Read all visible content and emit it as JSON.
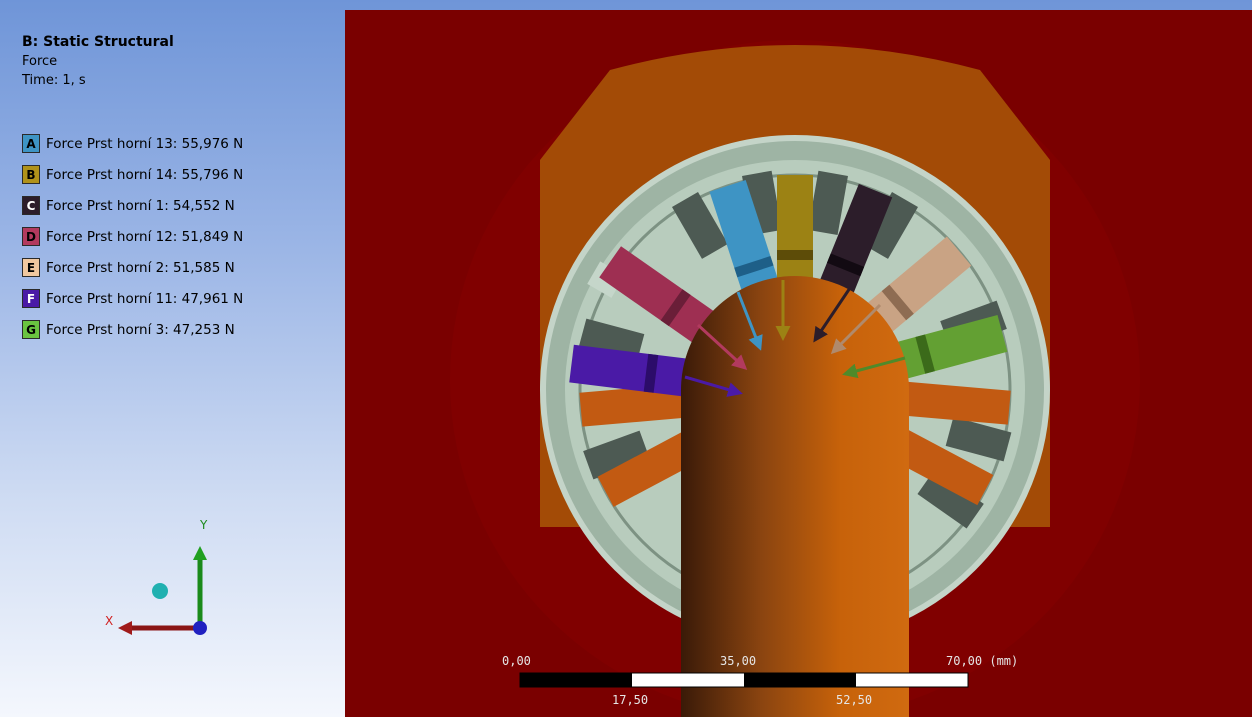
{
  "info": {
    "title": "B: Static Structural",
    "result": "Force",
    "time": "Time: 1, s"
  },
  "legend": [
    {
      "letter": "A",
      "label": "Force Prst horní 13: 55,976 N",
      "color": "#3e94c4"
    },
    {
      "letter": "B",
      "label": "Force Prst horní 14: 55,796 N",
      "color": "#b0921a"
    },
    {
      "letter": "C",
      "label": "Force Prst horní 1: 54,552 N",
      "color": "#2c1d2a"
    },
    {
      "letter": "D",
      "label": "Force Prst horní 12: 51,849 N",
      "color": "#b23a5e"
    },
    {
      "letter": "E",
      "label": "Force Prst horní 2: 51,585 N",
      "color": "#f0c8a0"
    },
    {
      "letter": "F",
      "label": "Force Prst horní 11: 47,961 N",
      "color": "#4a1aa6"
    },
    {
      "letter": "G",
      "label": "Force Prst horní 3: 47,253 N",
      "color": "#6ac440"
    }
  ],
  "triad": {
    "x_label": "X",
    "y_label": "Y"
  },
  "scale_bar": {
    "top_labels": [
      "0,00",
      "35,00",
      "70,00 (mm)"
    ],
    "bottom_labels": [
      "17,50",
      "52,50"
    ]
  }
}
